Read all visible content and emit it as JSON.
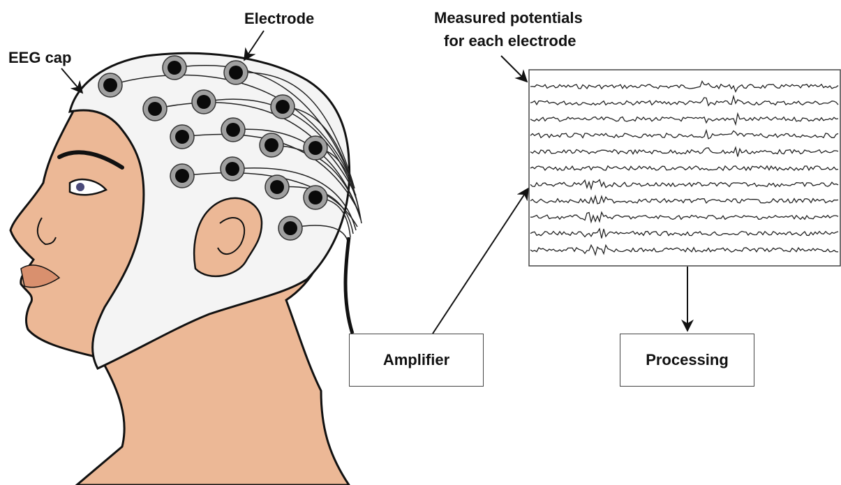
{
  "labels": {
    "eeg_cap": "EEG cap",
    "electrode": "Electrode",
    "measured_line1": "Measured potentials",
    "measured_line2": "for each electrode",
    "amplifier": "Amplifier",
    "processing": "Processing"
  },
  "colors": {
    "skin": "#ECB896",
    "cap": "#F4F4F4",
    "outline": "#111111",
    "electrode_ring": "#A0A0A0",
    "electrode_core": "#0A0A0A"
  },
  "trace_count": 11
}
